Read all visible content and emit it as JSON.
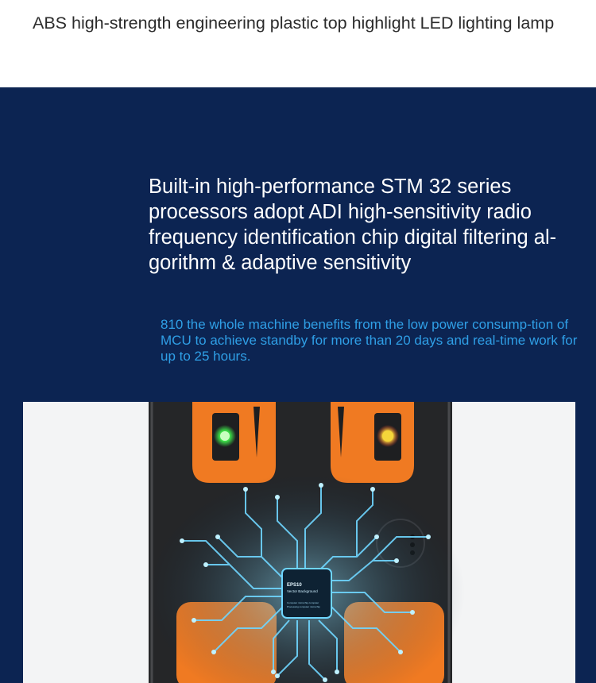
{
  "top_caption": "ABS high-strength engineering plastic top highlight LED lighting lamp",
  "headline": "Built-in high-performance STM 32 series processors adopt ADI high-sensitivity radio frequency identification chip digital filtering al-gorithm & adaptive sensitivity",
  "subtext": "810 the whole machine benefits from the low power consump-tion of MCU to achieve standby for more than 20 days and real-time work for up to 25 hours.",
  "chip": {
    "title": "EPS10",
    "subtitle": "Vector Background",
    "line1": "Computer microchip computer",
    "line2": "Processing computer microchip"
  },
  "indicators": [
    {
      "name": "left-led",
      "color": "#3ee64a"
    },
    {
      "name": "right-led",
      "color": "#f5d63a"
    }
  ],
  "colors": {
    "navy": "#0c2452",
    "accent_blue": "#2f9fe6",
    "housing_orange": "#f07a22",
    "housing_dark": "#2a2b2d",
    "circuit_cyan": "#6fd6ff"
  }
}
